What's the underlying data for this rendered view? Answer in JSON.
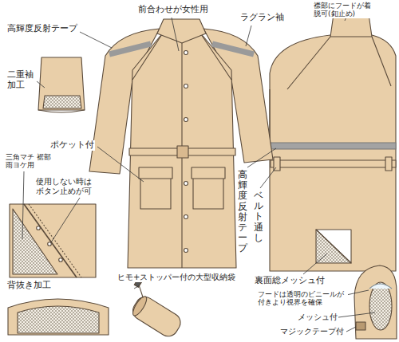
{
  "diagram": {
    "labels": [
      "前合わせが女性用",
      "ラグラン袖",
      "高輝度反射テープ",
      "二重袖加工",
      "ポケット付",
      "三角マチ 裾部雨ヨケ用",
      "使用しない時はボタン止めが可",
      "背抜き加工",
      "ヒモ+ストッパー付の大型収納袋",
      "襟部にフードが着脱可(釦止め)",
      "高輝度反射テープ",
      "ベルト通し",
      "裏面総メッシュ付",
      "フードは透明のビニールが付きより視界を確保",
      "メッシュ付",
      "マジックテープ付"
    ]
  }
}
